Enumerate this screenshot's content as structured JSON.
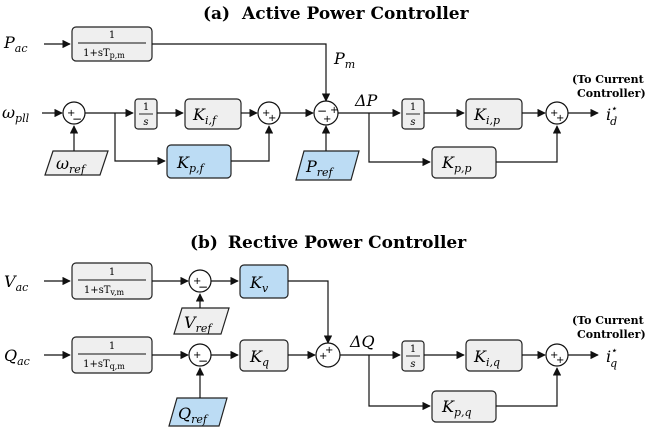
{
  "titles": {
    "a_tag": "(a)",
    "a_text": "Active Power Controller",
    "b_tag": "(b)",
    "b_text": "Rective Power Controller"
  },
  "note": {
    "line1": "(To Current",
    "line2": "Controller)"
  },
  "signals": {
    "P": "P",
    "P_sub": "ac",
    "Pm": "P",
    "Pm_sub": "m",
    "omega": "ω",
    "omega_sub": "pll",
    "omega_ref": "ω",
    "omega_ref_sub": "ref",
    "P_ref": "P",
    "P_ref_sub": "ref",
    "dP": "ΔP",
    "id": "i",
    "id_sub": "d",
    "id_sup": "⋆",
    "V": "V",
    "V_sub": "ac",
    "V_ref": "V",
    "V_ref_sub": "ref",
    "Q": "Q",
    "Q_sub": "ac",
    "Q_ref": "Q",
    "Q_ref_sub": "ref",
    "dQ": "ΔQ",
    "iq": "i",
    "iq_sub": "q",
    "iq_sup": "⋆"
  },
  "blocks": {
    "tf_num": "1",
    "tf_pm_den": "1+sT",
    "tf_pm_sub": "p,m",
    "tf_vm_den": "1+sT",
    "tf_vm_sub": "v,m",
    "tf_qm_den": "1+sT",
    "tf_qm_sub": "q,m",
    "int_num": "1",
    "int_den": "s",
    "K": "K",
    "Kif_sub": "i,f",
    "Kpf_sub": "p,f",
    "Kip_sub": "i,p",
    "Kpp_sub": "p,p",
    "Kv_sub": "v",
    "Kq_sub": "q",
    "Kiq_sub": "i,q",
    "Kpq_sub": "p,q"
  },
  "signs": {
    "plus": "+",
    "minus": "−"
  },
  "colors": {
    "grey_block": "#efefef",
    "blue_block": "#bcdcf4"
  }
}
